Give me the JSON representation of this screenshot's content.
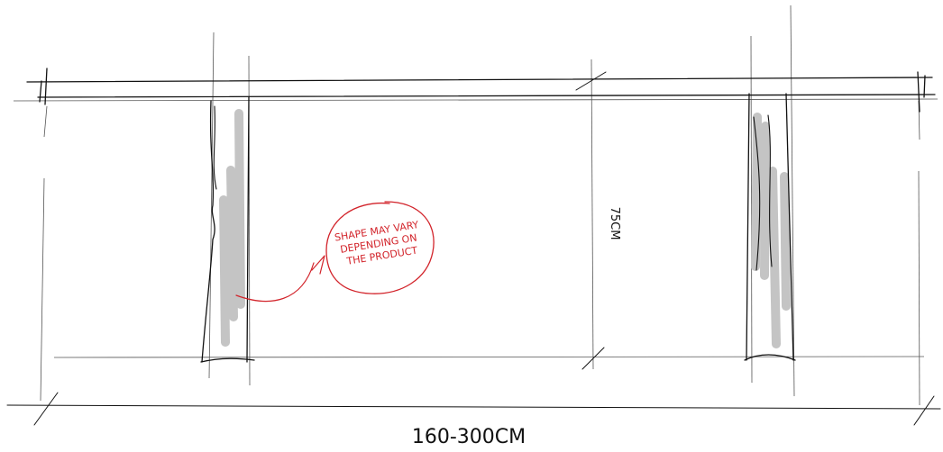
{
  "dimensions": {
    "width_label": "160-300CM",
    "height_label": "75CM"
  },
  "note": {
    "line1": "SHAPE MAY VARY",
    "line2": "DEPENDING ON",
    "line3": "THE PRODUCT"
  },
  "colors": {
    "ink": "#111111",
    "guide": "#555555",
    "shade": "#c4c4c4",
    "annotation": "#d2232a",
    "background": "#ffffff"
  }
}
